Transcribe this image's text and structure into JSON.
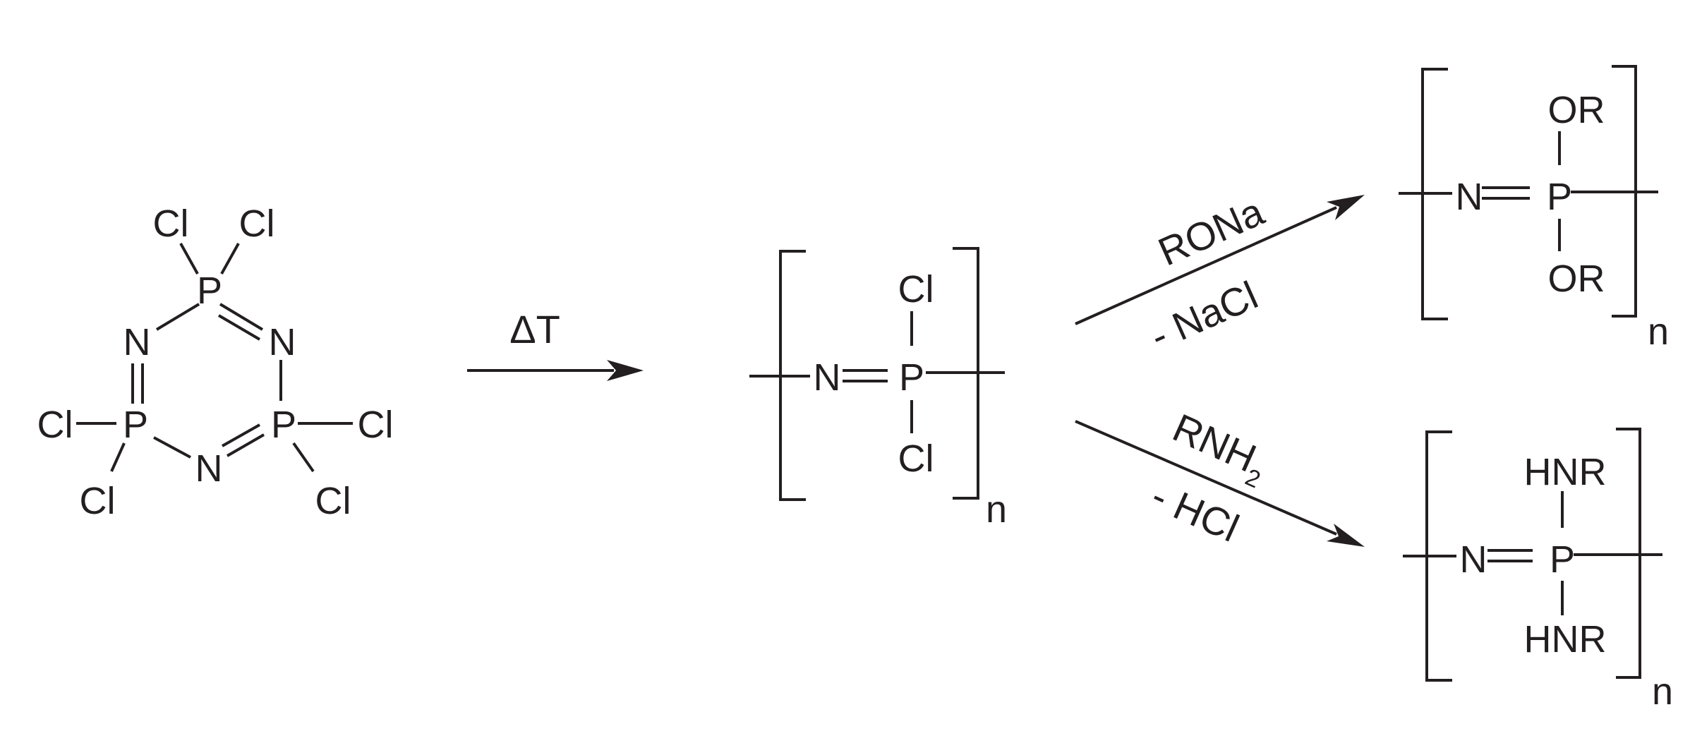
{
  "atoms": {
    "cl": "Cl",
    "p": "P",
    "n": "N",
    "or": "OR",
    "hnr": "HNR"
  },
  "repeat_subscript": "n",
  "reactions": {
    "thermal": {
      "label": "ΔT"
    },
    "alkoxide": {
      "reagent": "RONa",
      "byproduct": "- NaCl"
    },
    "amine": {
      "reagent": "RNH",
      "reagent_subscript": "2",
      "byproduct": "- HCl"
    }
  }
}
